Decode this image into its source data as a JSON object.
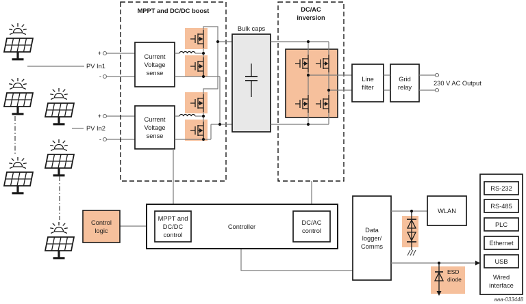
{
  "colors": {
    "highlight_orange": "#f6c09c",
    "block_gray": "#e8e8e8",
    "wire_gray": "#7a7a7a",
    "ink": "#1a1a1a"
  },
  "sections": {
    "boost_title": "MPPT and DC/DC boost",
    "inversion_title_1": "DC/AC",
    "inversion_title_2": "inversion"
  },
  "labels": {
    "bulk_caps": "Bulk caps",
    "output": "230 V AC Output",
    "figure_id": "aaa-033448",
    "pv1": "PV In1",
    "pv2": "PV In2",
    "plus": "+",
    "minus": "-"
  },
  "blocks": {
    "cvs1": [
      "Current",
      "Voltage",
      "sense"
    ],
    "cvs2": [
      "Current",
      "Voltage",
      "sense"
    ],
    "line_filter": [
      "Line",
      "filter"
    ],
    "grid_relay": [
      "Grid",
      "relay"
    ],
    "controller": "Controller",
    "mppt_control": [
      "MPPT and",
      "DC/DC",
      "control"
    ],
    "dcac_control": [
      "DC/AC",
      "control"
    ],
    "control_logic": [
      "Control",
      "logic"
    ],
    "data_logger": [
      "Data",
      "logger/",
      "Comms"
    ],
    "wlan": "WLAN",
    "esd": [
      "ESD",
      "diode"
    ]
  },
  "wired_interface": {
    "ports": [
      "RS-232",
      "RS-485",
      "PLC",
      "Ethernet",
      "USB"
    ],
    "label": [
      "Wired",
      "interface"
    ]
  }
}
